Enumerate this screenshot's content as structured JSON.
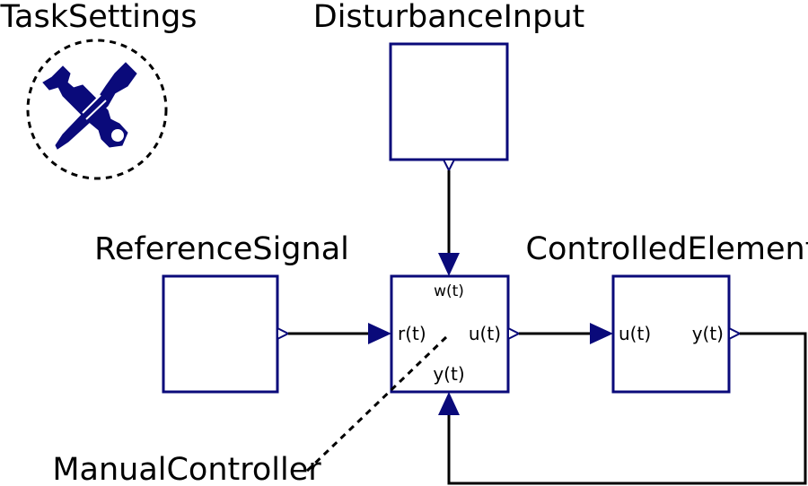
{
  "diagram": {
    "task_settings": {
      "label": "TaskSettings",
      "icon": "wrench-screwdriver-icon"
    },
    "disturbance_input": {
      "label": "DisturbanceInput"
    },
    "reference_signal": {
      "label": "ReferenceSignal"
    },
    "manual_controller": {
      "label": "ManualController",
      "ports": {
        "w": "w(t)",
        "r": "r(t)",
        "u": "u(t)",
        "y": "y(t)"
      }
    },
    "controlled_element": {
      "label": "ControlledElement",
      "ports": {
        "u": "u(t)",
        "y": "y(t)"
      }
    }
  },
  "colors": {
    "block": "#0a0a7a",
    "line": "#000000"
  }
}
